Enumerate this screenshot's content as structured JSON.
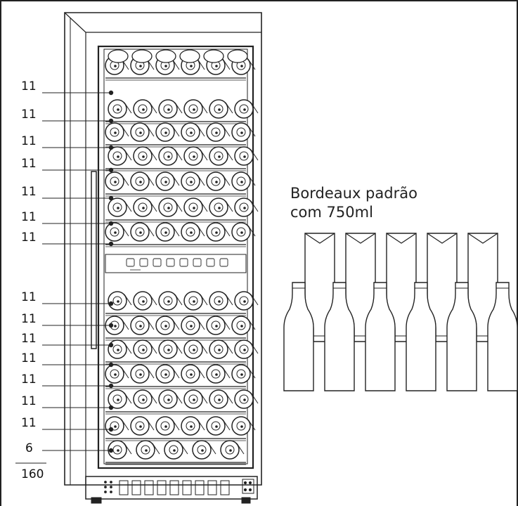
{
  "shelf_labels": [
    "11",
    "11",
    "11",
    "11",
    "11",
    "11",
    "11",
    "11",
    "11",
    "11",
    "11",
    "11",
    "11",
    "11"
  ],
  "bottom_shelf_label": "6",
  "total_capacity": "160",
  "bottle_note": {
    "line1": "Bordeaux padrão",
    "line2": "com 750ml"
  },
  "control_panel_icons": [
    "power-icon",
    "light-icon",
    "temperature-zone-icon",
    "display-left-icon",
    "display-right-icon",
    "up-arrow-icon",
    "down-arrow-icon",
    "lock-icon"
  ]
}
